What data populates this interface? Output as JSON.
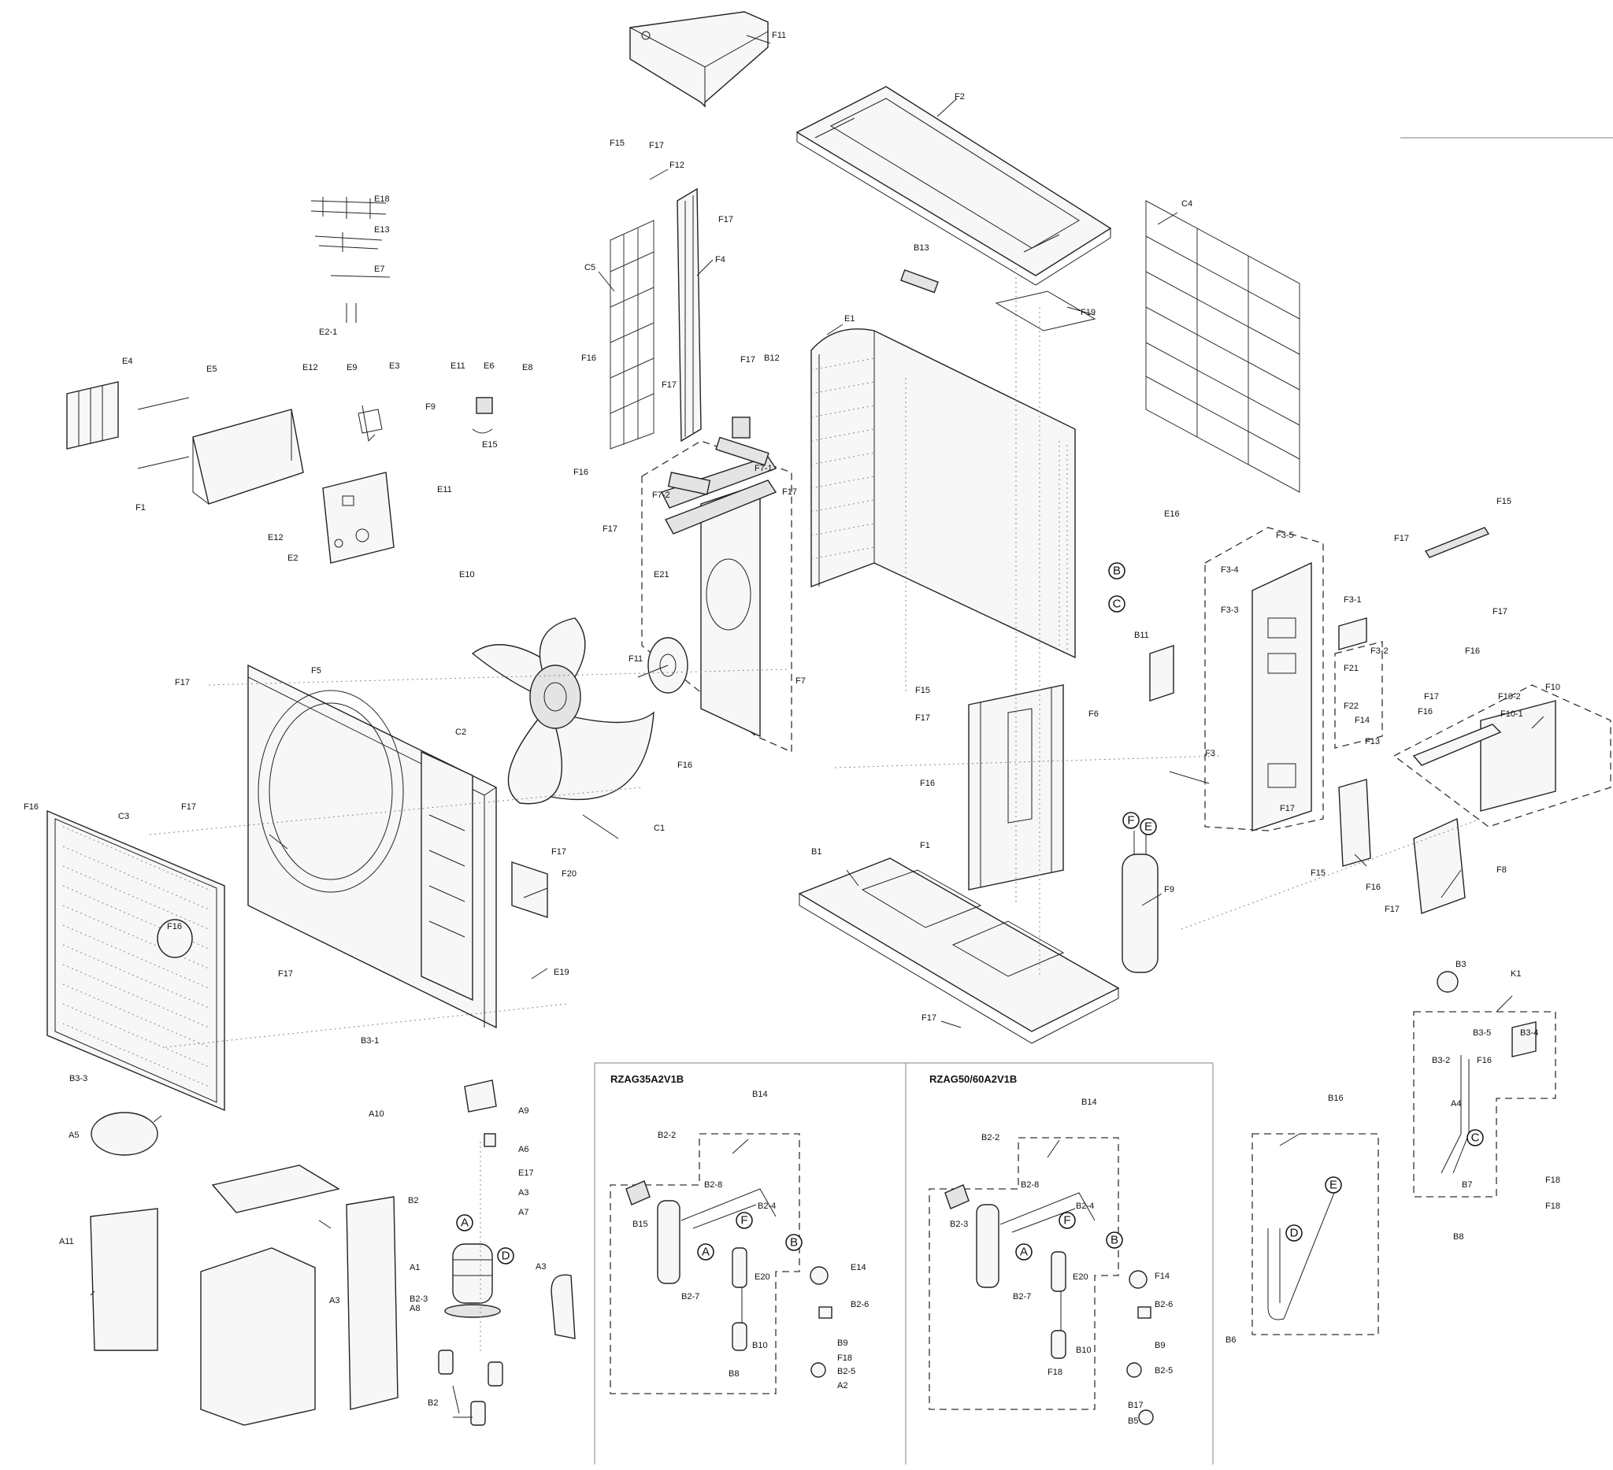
{
  "panels": {
    "left_title": "RZAG35A2V1B",
    "right_title": "RZAG50/60A2V1B"
  },
  "callouts": [
    {
      "id": "c01",
      "text": "F11"
    },
    {
      "id": "c02",
      "text": "F2"
    },
    {
      "id": "c03",
      "text": "F15"
    },
    {
      "id": "c04",
      "text": "F17"
    },
    {
      "id": "c05",
      "text": "F12"
    },
    {
      "id": "c06",
      "text": "F17"
    },
    {
      "id": "c07",
      "text": "F4"
    },
    {
      "id": "c08",
      "text": "C5"
    },
    {
      "id": "c09",
      "text": "E18"
    },
    {
      "id": "c10",
      "text": "E13"
    },
    {
      "id": "c11",
      "text": "E7"
    },
    {
      "id": "c12",
      "text": "E2-1"
    },
    {
      "id": "c13",
      "text": "B13"
    },
    {
      "id": "c14",
      "text": "C4"
    },
    {
      "id": "c15",
      "text": "F19"
    },
    {
      "id": "c16",
      "text": "E1"
    },
    {
      "id": "c17",
      "text": "E4"
    },
    {
      "id": "c18",
      "text": "E5"
    },
    {
      "id": "c19",
      "text": "E12"
    },
    {
      "id": "c20",
      "text": "E9"
    },
    {
      "id": "c21",
      "text": "E3"
    },
    {
      "id": "c22",
      "text": "E11"
    },
    {
      "id": "c23",
      "text": "E6"
    },
    {
      "id": "c24",
      "text": "E8"
    },
    {
      "id": "c25",
      "text": "F9"
    },
    {
      "id": "c26",
      "text": "E15"
    },
    {
      "id": "c27",
      "text": "F16"
    },
    {
      "id": "c28",
      "text": "F17"
    },
    {
      "id": "c29",
      "text": "B12"
    },
    {
      "id": "c30",
      "text": "F17"
    },
    {
      "id": "c31",
      "text": "F1"
    },
    {
      "id": "c32",
      "text": "E11"
    },
    {
      "id": "c33",
      "text": "E12"
    },
    {
      "id": "c34",
      "text": "E2"
    },
    {
      "id": "c35",
      "text": "E10"
    },
    {
      "id": "c36",
      "text": "F16"
    },
    {
      "id": "c37",
      "text": "F7-2"
    },
    {
      "id": "c38",
      "text": "F7-1"
    },
    {
      "id": "c39",
      "text": "F17"
    },
    {
      "id": "c40",
      "text": "F17"
    },
    {
      "id": "c41",
      "text": "E16"
    },
    {
      "id": "c42",
      "text": "F3-5"
    },
    {
      "id": "c43",
      "text": "F17"
    },
    {
      "id": "c44",
      "text": "F15"
    },
    {
      "id": "c45",
      "text": "F3-4"
    },
    {
      "id": "c46",
      "text": "E21"
    },
    {
      "id": "c47",
      "text": "F3-3"
    },
    {
      "id": "c48",
      "text": "F3-1"
    },
    {
      "id": "c49",
      "text": "F3-2"
    },
    {
      "id": "c50",
      "text": "B11"
    },
    {
      "id": "c51",
      "text": "F17"
    },
    {
      "id": "c52",
      "text": "F16"
    },
    {
      "id": "c53",
      "text": "F17"
    },
    {
      "id": "c54",
      "text": "F11"
    },
    {
      "id": "c55",
      "text": "F5"
    },
    {
      "id": "c56",
      "text": "F7"
    },
    {
      "id": "c57",
      "text": "F21"
    },
    {
      "id": "c58",
      "text": "F22"
    },
    {
      "id": "c59",
      "text": "F17"
    },
    {
      "id": "c60",
      "text": "F10-2"
    },
    {
      "id": "c61",
      "text": "F10"
    },
    {
      "id": "c62",
      "text": "F15"
    },
    {
      "id": "c63",
      "text": "F17"
    },
    {
      "id": "c64",
      "text": "F6"
    },
    {
      "id": "c65",
      "text": "F14"
    },
    {
      "id": "c66",
      "text": "F16"
    },
    {
      "id": "c67",
      "text": "F13"
    },
    {
      "id": "c68",
      "text": "F10-1"
    },
    {
      "id": "c69",
      "text": "C2"
    },
    {
      "id": "c70",
      "text": "F16"
    },
    {
      "id": "c71",
      "text": "F16"
    },
    {
      "id": "c72",
      "text": "F3"
    },
    {
      "id": "c73",
      "text": "F17"
    },
    {
      "id": "c74",
      "text": "C1"
    },
    {
      "id": "c75",
      "text": "F16"
    },
    {
      "id": "c76",
      "text": "C3"
    },
    {
      "id": "c77",
      "text": "F17"
    },
    {
      "id": "c78",
      "text": "F17"
    },
    {
      "id": "c79",
      "text": "F20"
    },
    {
      "id": "c80",
      "text": "F16"
    },
    {
      "id": "c81",
      "text": "F1"
    },
    {
      "id": "c82",
      "text": "B1"
    },
    {
      "id": "c83",
      "text": "F9"
    },
    {
      "id": "c84",
      "text": "F15"
    },
    {
      "id": "c85",
      "text": "F16"
    },
    {
      "id": "c86",
      "text": "F8"
    },
    {
      "id": "c87",
      "text": "F17"
    },
    {
      "id": "c88",
      "text": "F17"
    },
    {
      "id": "c89",
      "text": "E19"
    },
    {
      "id": "c90",
      "text": "B3"
    },
    {
      "id": "c91",
      "text": "K1"
    },
    {
      "id": "c92",
      "text": "F17"
    },
    {
      "id": "c93",
      "text": "B3-1"
    },
    {
      "id": "c94",
      "text": "B3-5"
    },
    {
      "id": "c95",
      "text": "B3-4"
    },
    {
      "id": "c96",
      "text": "B3-2"
    },
    {
      "id": "c97",
      "text": "F16"
    },
    {
      "id": "c98",
      "text": "B3-3"
    },
    {
      "id": "c99",
      "text": "A4"
    },
    {
      "id": "c100",
      "text": "A9"
    },
    {
      "id": "c101",
      "text": "A10"
    },
    {
      "id": "c102",
      "text": "A5"
    },
    {
      "id": "c103",
      "text": "A6"
    },
    {
      "id": "c104",
      "text": "E17"
    },
    {
      "id": "c105",
      "text": "A3"
    },
    {
      "id": "c106",
      "text": "A7"
    },
    {
      "id": "c107",
      "text": "A11"
    },
    {
      "id": "c108",
      "text": "B2"
    },
    {
      "id": "c109",
      "text": "B14"
    },
    {
      "id": "c110",
      "text": "B2-2"
    },
    {
      "id": "c111",
      "text": "B2-8"
    },
    {
      "id": "c112",
      "text": "B2-4"
    },
    {
      "id": "c113",
      "text": "B15"
    },
    {
      "id": "c114",
      "text": "A3"
    },
    {
      "id": "c115",
      "text": "A1"
    },
    {
      "id": "c116",
      "text": "A8"
    },
    {
      "id": "c117",
      "text": "A3"
    },
    {
      "id": "c118",
      "text": "B2-3"
    },
    {
      "id": "c119",
      "text": "B2-7"
    },
    {
      "id": "c120",
      "text": "E20"
    },
    {
      "id": "c121",
      "text": "E14"
    },
    {
      "id": "c122",
      "text": "B2-6"
    },
    {
      "id": "c123",
      "text": "B10"
    },
    {
      "id": "c124",
      "text": "B9"
    },
    {
      "id": "c125",
      "text": "F18"
    },
    {
      "id": "c126",
      "text": "B2-5"
    },
    {
      "id": "c127",
      "text": "B8"
    },
    {
      "id": "c128",
      "text": "A2"
    },
    {
      "id": "c129",
      "text": "B2"
    },
    {
      "id": "c130",
      "text": "B14"
    },
    {
      "id": "c131",
      "text": "B2-2"
    },
    {
      "id": "c132",
      "text": "B2-8"
    },
    {
      "id": "c133",
      "text": "B2-4"
    },
    {
      "id": "c134",
      "text": "B2-3"
    },
    {
      "id": "c135",
      "text": "B2-7"
    },
    {
      "id": "c136",
      "text": "E20"
    },
    {
      "id": "c137",
      "text": "F14"
    },
    {
      "id": "c138",
      "text": "B2-6"
    },
    {
      "id": "c139",
      "text": "B10"
    },
    {
      "id": "c140",
      "text": "B9"
    },
    {
      "id": "c141",
      "text": "B2-5"
    },
    {
      "id": "c142",
      "text": "F18"
    },
    {
      "id": "c143",
      "text": "B17"
    },
    {
      "id": "c144",
      "text": "B5"
    },
    {
      "id": "c145",
      "text": "B16"
    },
    {
      "id": "c146",
      "text": "B6"
    },
    {
      "id": "c147",
      "text": "F18"
    },
    {
      "id": "c148",
      "text": "B7"
    },
    {
      "id": "c149",
      "text": "F18"
    },
    {
      "id": "c150",
      "text": "B8"
    }
  ],
  "markers": [
    {
      "id": "m1",
      "text": "B"
    },
    {
      "id": "m2",
      "text": "C"
    },
    {
      "id": "m3",
      "text": "F"
    },
    {
      "id": "m4",
      "text": "E"
    },
    {
      "id": "m5",
      "text": "A"
    },
    {
      "id": "m6",
      "text": "D"
    },
    {
      "id": "m7",
      "text": "F"
    },
    {
      "id": "m8",
      "text": "A"
    },
    {
      "id": "m9",
      "text": "B"
    },
    {
      "id": "m10",
      "text": "F"
    },
    {
      "id": "m11",
      "text": "A"
    },
    {
      "id": "m12",
      "text": "B"
    },
    {
      "id": "m13",
      "text": "E"
    },
    {
      "id": "m14",
      "text": "D"
    },
    {
      "id": "m15",
      "text": "C"
    }
  ]
}
